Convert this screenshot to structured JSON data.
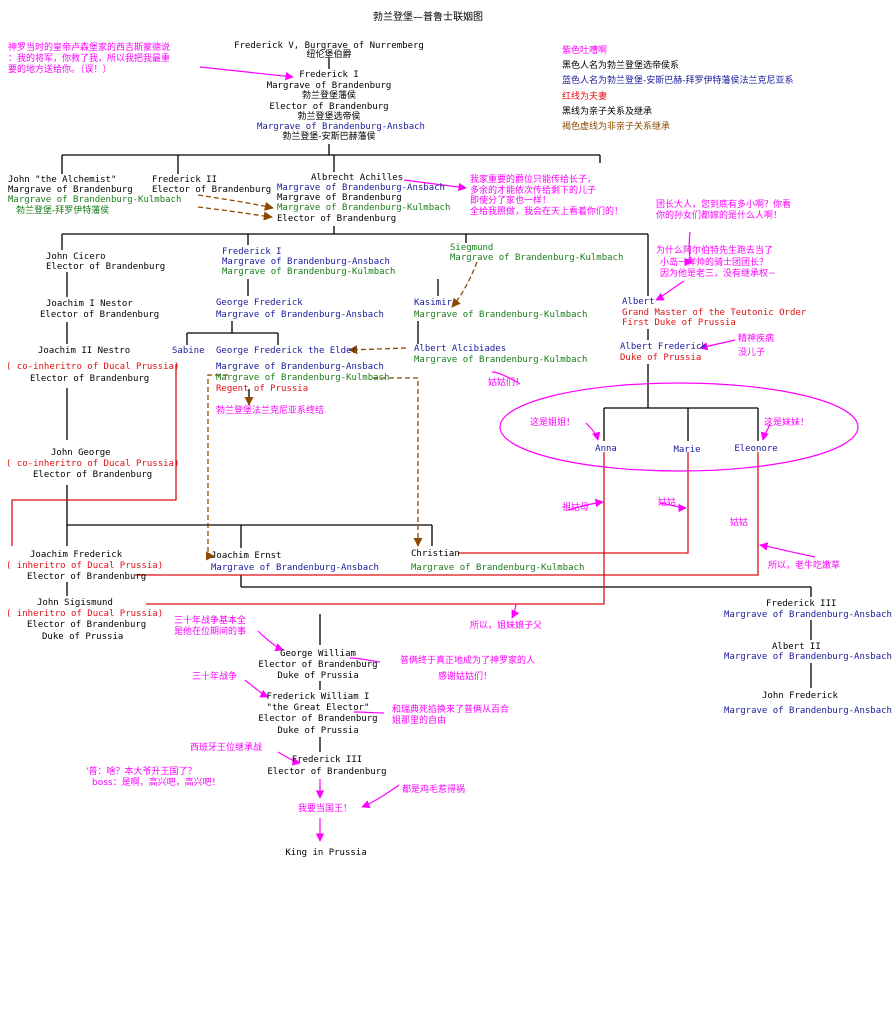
{
  "title": "勃兰登堡—普鲁士联姻图",
  "legend": {
    "purple": "紫色吐嘈啊",
    "black_names": "黑色人名为勃兰登堡选帝侯系",
    "blue_names": "蓝色人名为勃兰登堡-安斯巴赫-拜罗伊特藩侯法兰克尼亚系",
    "red_lines": "红线为夫妻",
    "black_lines": "黑线为亲子关系及继承",
    "brown_lines": "褐色虚线为非亲子关系继承"
  },
  "people": {
    "frederick_v": [
      "Frederick V, Burgrave of Nurremberg",
      "纽伦堡伯爵"
    ],
    "frederick_i": [
      "Frederick I",
      "Margrave of Brandenburg",
      "勃兰登堡藩侯",
      "Elector of Brandenburg",
      "勃兰登堡选帝侯",
      "Margrave of Brandenburg-Ansbach",
      "勃兰登堡-安斯巴赫藩侯"
    ],
    "john_alchemist": [
      "John \"the Alchemist\"",
      "Margrave of Brandenburg",
      "Margrave of Brandenburg-Kulmbach",
      "勃兰登堡-拜罗伊特藩侯"
    ],
    "frederick_ii": [
      "Frederick II",
      "Elector of Brandenburg"
    ],
    "albrecht_achilles": [
      "Albrecht Achilles",
      "Margrave of Brandenburg-Ansbach",
      "Margrave of Brandenburg",
      "Margrave of Brandenburg-Kulmbach",
      "Elector of Brandenburg"
    ],
    "john_cicero": [
      "John Cicero",
      "Elector of Brandenburg"
    ],
    "frederick_i_ansbach": [
      "Frederick I",
      "Margrave of Brandenburg-Ansbach",
      "Margrave of Brandenburg-Kulmbach"
    ],
    "siegmund": [
      "Siegmund",
      "Margrave of Brandenburg-Kulmbach"
    ],
    "joachim_i": [
      "Joachim I Nestor",
      "Elector of Brandenburg"
    ],
    "george_frederick": [
      "George Frederick",
      "Margrave of Brandenburg-Ansbach"
    ],
    "kasimir": [
      "Kasimir",
      "Margrave of Brandenburg-Kulmbach"
    ],
    "albert": [
      "Albert",
      "Grand Master of the Teutonic Order",
      "First Duke of Prussia"
    ],
    "joachim_ii": [
      "Joachim II Nestro",
      "( co-inheritro of Ducal Prussia)",
      "Elector of Brandenburg"
    ],
    "sabine": [
      "Sabine"
    ],
    "george_frederick_elder": [
      "George Frederick the Elder",
      "Margrave of Brandenburg-Ansbach",
      "Margrave of Brandenburg-Kulmbach",
      "Regent of Prussia",
      "勃兰登堡法兰克尼亚系终结"
    ],
    "albert_alcibiades": [
      "Albert Alcibiades",
      "Margrave of Brandenburg-Kulmbach"
    ],
    "albert_frederick": [
      "Albert Frederick",
      "Duke of Prussia"
    ],
    "anna": [
      "Anna"
    ],
    "marie": [
      "Marie"
    ],
    "eleonore": [
      "Eleonore"
    ],
    "john_george": [
      "John George",
      "( co-inheritro of Ducal Prussia)",
      "Elector of Brandenburg"
    ],
    "joachim_frederick": [
      "Joachim Frederick",
      "( inheritro of Ducal Prussia)",
      "Elector of Brandenburg"
    ],
    "joachim_ernst": [
      "Joachim Ernst",
      "Margrave of Brandenburg-Ansbach"
    ],
    "christian": [
      "Christian",
      "Margrave of Brandenburg-Kulmbach"
    ],
    "john_sigismund": [
      "John Sigismund",
      "( inheritro of Ducal Prussia)",
      "Elector of Brandenburg",
      "Duke of Prussia"
    ],
    "frederick_iii_ansbach": [
      "Frederick III",
      "Margrave of Brandenburg-Ansbach"
    ],
    "albert_ii": [
      "Albert II",
      "Margrave of Brandenburg-Ansbach"
    ],
    "john_frederick": [
      "John Frederick",
      "Margrave of Brandenburg-Ansbach"
    ],
    "george_william": [
      "George William",
      "Elector of Brandenburg",
      "Duke of Prussia"
    ],
    "frederick_william": [
      "Frederick William I",
      "\"the Great Elector\"",
      "Elector of Brandenburg",
      "Duke of Prussia"
    ],
    "frederick_iii": [
      "Frederick III",
      "Elector of Brandenburg"
    ],
    "king": [
      "King in Prussia"
    ]
  },
  "comments": {
    "sigismund": [
      "神罗当时的皇帝卢森堡家的西吉斯蒙德说",
      "：我的将军，你救了我，所以我把我最重",
      "要的地方送给你。（误！）"
    ],
    "achilles": [
      "我家重要的爵位只能传给长子，",
      "多余的才能依次传给剩下的儿子",
      "即使分了家也一样！",
      "全给我照做，我会在天上看着你们的！"
    ],
    "grandmaster": [
      "团长大人，您到底有多小啊？你看",
      "你的孙女们都嫁的是什么人啊！"
    ],
    "albert_why": [
      "为什么阿尔伯特先生跑去当了",
      "小岛一样帅的骑士团团长？",
      "因为他是老三，没有继承权~"
    ],
    "mental": "精神疾病",
    "no_son": "没儿子",
    "aunties": "姑姑们！",
    "elder_sister": "这是姐姐！",
    "younger_sister": "这是妹妹！",
    "grand_aunt": "祖姑母",
    "aunt_marie": "姑姑",
    "aunt_eleonore": "姑姑",
    "old_cow": "所以，老牛吃嫩草",
    "brother_in_law": "所以，姐妹娘子父",
    "thirty_years_1": [
      "三十年战争基本全",
      "是他在位期间的事"
    ],
    "thirty_years_2": "三十年战争",
    "prussia_real": [
      "普俩终于真正地成为了神罗家的人",
      "感谢姑姑们！"
    ],
    "peace": [
      "和瑞典死掐换来了普俩从百合",
      "姐那里的自由"
    ],
    "spanish": "西班牙王位继承战",
    "king_dialog": [
      "'普：啥？本大爷升王国了？",
      "boss：是啊，高兴吧，高兴吧！"
    ],
    "feathers": "都是鸡毛惹得祸",
    "want_king": "我要当国王！"
  }
}
